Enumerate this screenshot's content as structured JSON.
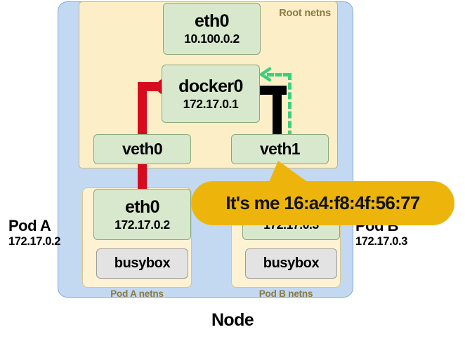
{
  "diagram": {
    "node_label": "Node",
    "root_netns_label": "Root netns",
    "interfaces": {
      "root_eth0": {
        "name": "eth0",
        "ip": "10.100.0.2"
      },
      "docker0": {
        "name": "docker0",
        "ip": "172.17.0.1"
      },
      "veth0": {
        "name": "veth0",
        "ip": ""
      },
      "veth1": {
        "name": "veth1",
        "ip": ""
      },
      "pod_a_eth0": {
        "name": "eth0",
        "ip": "172.17.0.2"
      },
      "pod_b_eth0": {
        "name": "eth0",
        "ip": "172.17.0.3"
      }
    },
    "pods": [
      {
        "netns_label": "Pod A netns",
        "title": "Pod A",
        "ip": "172.17.0.2",
        "container": "busybox"
      },
      {
        "netns_label": "Pod B netns",
        "title": "Pod B",
        "ip": "172.17.0.3",
        "container": "busybox"
      }
    ],
    "callout": {
      "text": "It's me 16:a4:f8:4f:56:77",
      "mac_address": "16:a4:f8:4f:56:77",
      "points_at": "veth1"
    },
    "colors": {
      "node_fill": "#c3d9f2",
      "node_border": "#7fa6d8",
      "netns_fill": "#fcefc7",
      "netns_border": "#c9b273",
      "netns_label": "#8a7a44",
      "interface_fill": "#d8e8cd",
      "interface_border": "#8aa87a",
      "container_fill": "#e3e3e3",
      "container_border": "#9b9b9b",
      "callout_fill": "#edb50c",
      "link_red": "#d60b1e",
      "link_black": "#000000",
      "link_green_dashed": "#3ccf7c"
    }
  }
}
